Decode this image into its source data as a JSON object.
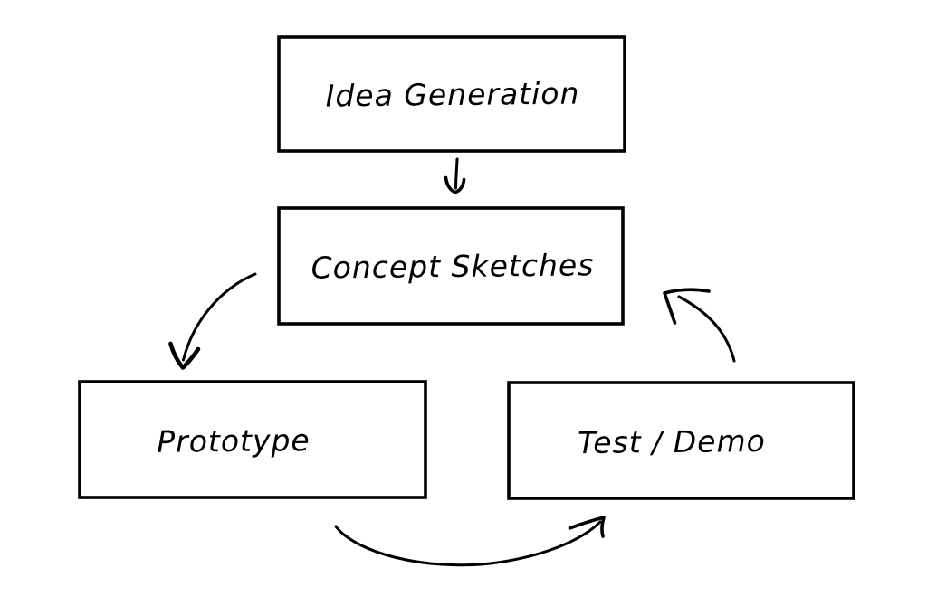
{
  "canvas": {
    "background_color": "#ffffff",
    "ink_color": "#000000",
    "style": "hand-drawn sketch flowchart"
  },
  "diagram": {
    "type": "flowchart",
    "nodes": [
      {
        "id": "idea-generation",
        "label": "Idea Generation"
      },
      {
        "id": "concept-sketches",
        "label": "Concept Sketches"
      },
      {
        "id": "prototype",
        "label": "Prototype"
      },
      {
        "id": "test-demo",
        "label": "Test / Demo"
      }
    ],
    "edges": [
      {
        "from": "idea-generation",
        "to": "concept-sketches",
        "shape": "short straight arrow pointing down"
      },
      {
        "from": "concept-sketches",
        "to": "prototype",
        "shape": "curved arrow sweeping down-left"
      },
      {
        "from": "prototype",
        "to": "test-demo",
        "shape": "curved arrow dipping down then up to the right"
      },
      {
        "from": "test-demo",
        "to": "concept-sketches",
        "shape": "curved arrow sweeping up-left"
      }
    ]
  }
}
